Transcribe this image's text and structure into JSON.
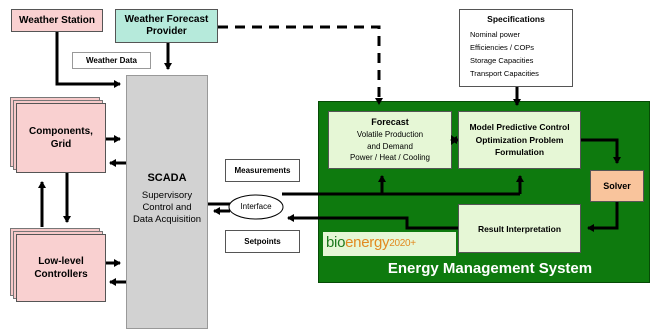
{
  "weather_station": "Weather Station",
  "weather_forecast_provider": "Weather Forecast\nProvider",
  "weather_data": "Weather Data",
  "components_grid": "Components,\nGrid",
  "low_level_controllers": "Low-level\nControllers",
  "scada": {
    "title": "SCADA",
    "subtitle": "Supervisory\nControl and\nData Acquisition"
  },
  "measurements": "Measurements",
  "setpoints": "Setpoints",
  "interface": "Interface",
  "specifications": {
    "title": "Specifications",
    "items": [
      "Nominal power",
      "Efficiencies / COPs",
      "Storage Capacities",
      "Transport Capacities"
    ]
  },
  "forecast": {
    "title": "Forecast",
    "body": "Volatile Production\nand Demand\nPower / Heat / Cooling"
  },
  "mpc": "Model Predictive Control\nOptimization Problem\nFormulation",
  "solver": "Solver",
  "result_interpretation": "Result Interpretation",
  "ems_title": "Energy Management System",
  "logo": {
    "bio": "bio",
    "energy": "energy",
    "year": "2020+"
  },
  "colors": {
    "ems_green": "#0e7a0e",
    "panel_green": "#e6f7d6",
    "pink": "#f9d0d0",
    "teal": "#b6eadb",
    "solver_orange": "#f9c49c",
    "scada_gray": "#d2d2d2"
  }
}
